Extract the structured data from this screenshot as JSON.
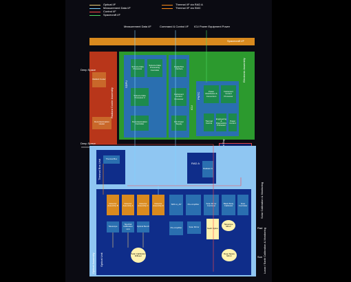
{
  "legend": {
    "items": [
      {
        "label": "Optical I/F",
        "color": "#f2d27a"
      },
      {
        "label": "Measurement Data I/F",
        "color": "#7fd3ff"
      },
      {
        "label": "Control I/F",
        "color": "#ff4a4a"
      },
      {
        "label": "Spacecraft I/F",
        "color": "#4cd964"
      },
      {
        "label": "Thermal I/F via RAD A",
        "color": "#ff8c1a"
      },
      {
        "label": "Thermal I/F via SMC",
        "color": "#ff8c1a"
      }
    ]
  },
  "top_labels": {
    "measurement": "Measurement Data I/F",
    "command": "Command & Control I/F",
    "icu_power": "ICU Power Equipment Power"
  },
  "spacecraft_if": "Spacecraft I/F",
  "side_labels": {
    "deep_space_1": "Deep Space",
    "deep_space_2": "Deep Space",
    "rad": "Rad",
    "sun": "Sun"
  },
  "radiant_cooler": {
    "title": "Radiant Cooler Assembly",
    "blocks": [
      "Radiant Cooler",
      "Decontamination Heater"
    ]
  },
  "electronic_assembly": {
    "title": "Electronic Assembly",
    "sdpu": "SDPU",
    "icu": "ICU",
    "pmtc": "PMTC",
    "blocks": [
      "Science Data Processor",
      "Science Data Processing Controller",
      "Science Data Processor 2",
      "Decontamination Controller",
      "Digital Bus Interface",
      "Instrument Control Processor",
      "ICU Power Supply",
      "Power Distribution & Conversion",
      "Instrument Control Processor",
      "Thermal Control",
      "Engineering & Diagnostics Processor",
      "Power Control"
    ]
  },
  "electronic_bay": {
    "title": "Electronic Equipment Bay",
    "block": "Electronic Equipment"
  },
  "thermal_box": {
    "title": "Thermal Box Unit",
    "block": "Thermal Box"
  },
  "rad_a": {
    "title": "RAD A",
    "block": "Radiator A"
  },
  "optical_unit": {
    "title": "Optical Unit",
    "assembly": "Optical Assembly",
    "detectors": [
      "Detector Assembly B",
      "Detector Assembly A",
      "Detector Assembly C",
      "Detector Assembly D"
    ],
    "blocks": [
      "SMC-A_AP",
      "Pre-Amplifier",
      "Scan Mirror Controller",
      "Black Body Calibrator",
      "Scan Controller",
      "Telescope",
      "Spectral Calibration Unit",
      "Optical Bench",
      "Pre-Amplifier",
      "Scan Mirror",
      "Nadir Optics",
      "Telescope Mirror",
      "Deep Space Mirror",
      "Solar Calibration Diffuser"
    ]
  },
  "right_notes": [
    "Solar Calibration & Monitoring",
    "Lunar / Earth Calibration & Monitoring"
  ]
}
